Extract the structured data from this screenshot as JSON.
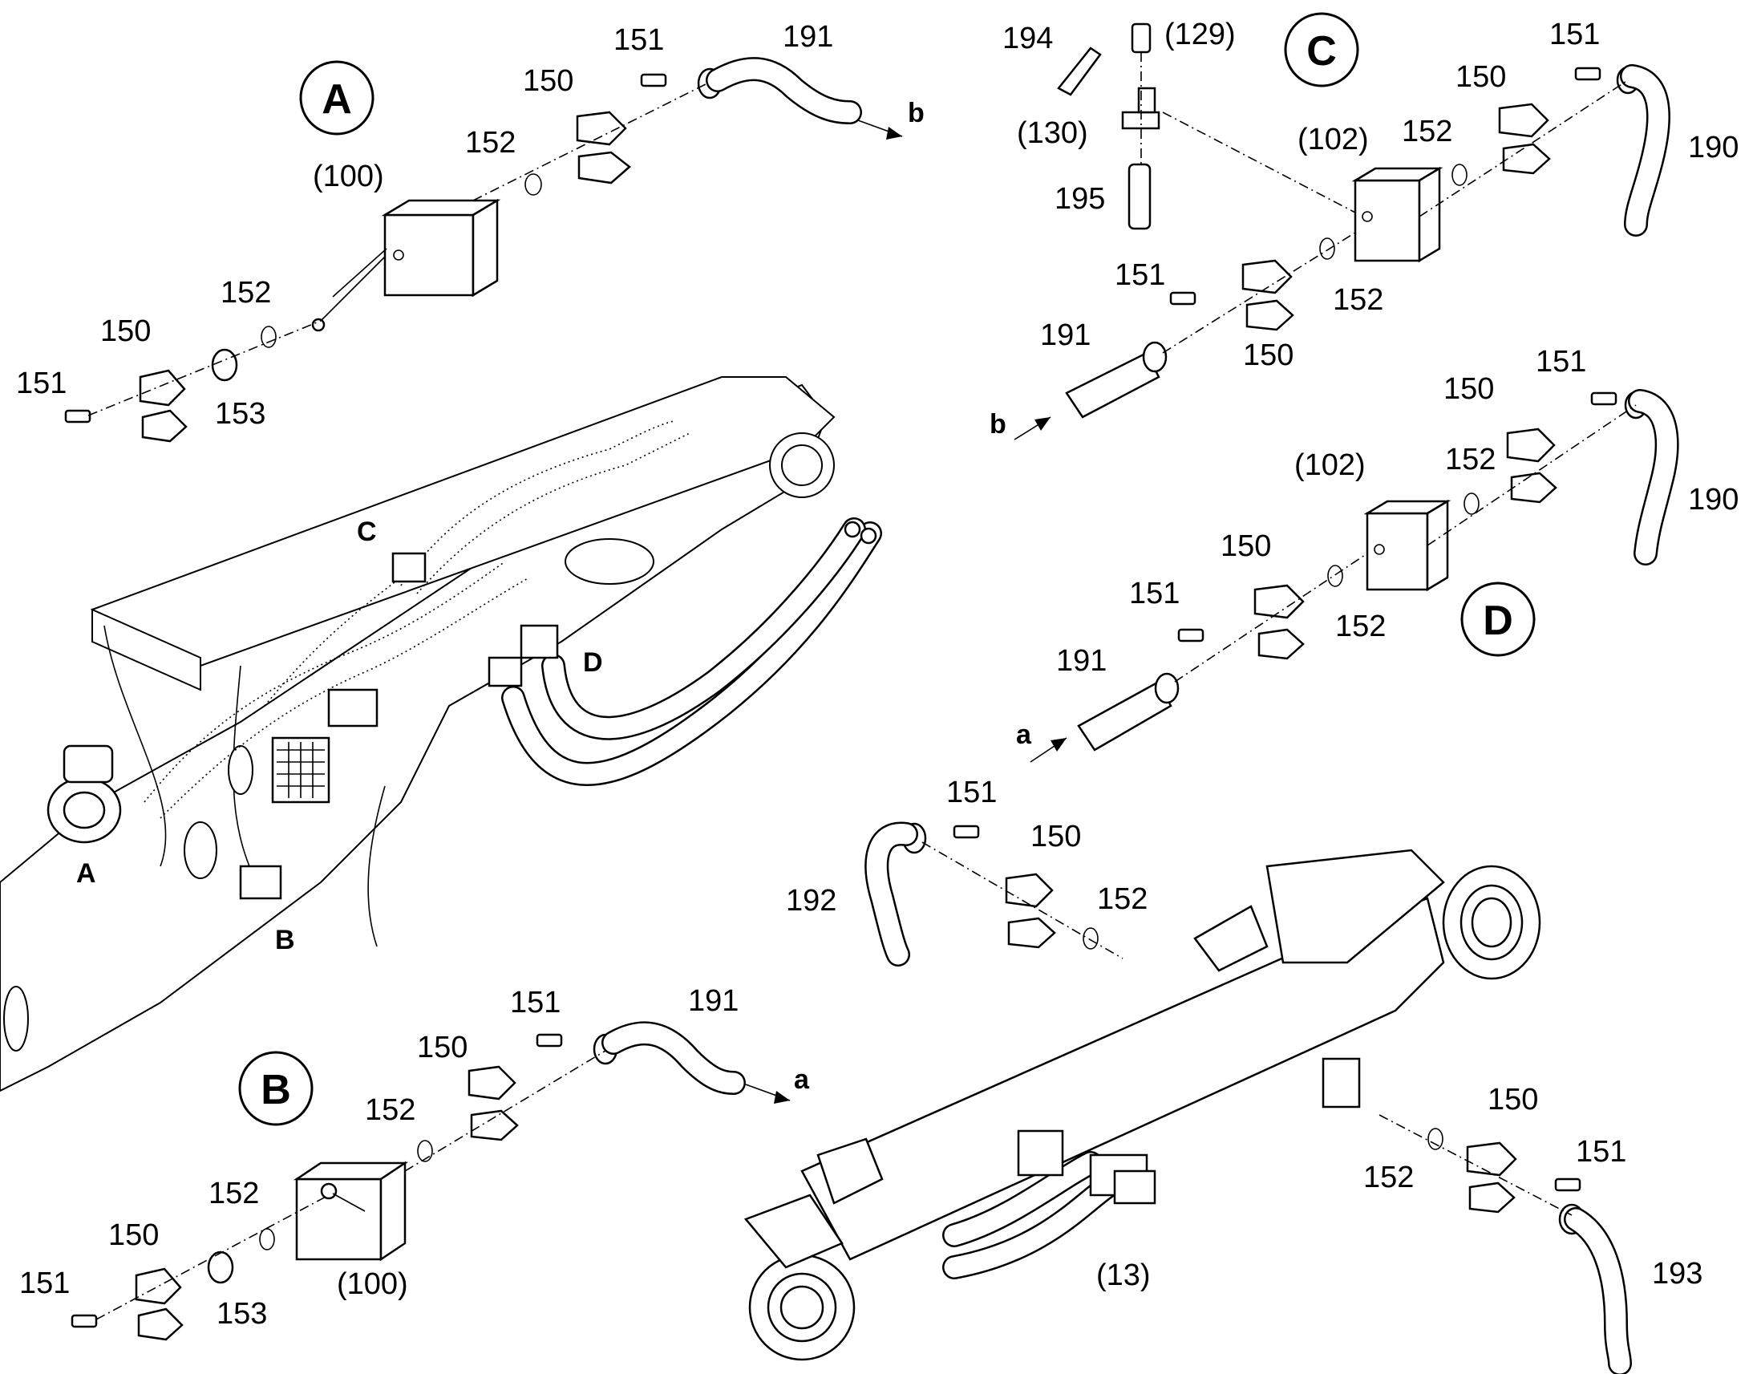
{
  "callouts": {
    "A": "A",
    "B": "B",
    "C": "C",
    "D": "D",
    "a": "a",
    "b": "b"
  },
  "part_numbers": {
    "p100": "(100)",
    "p102": "(102)",
    "p129": "(129)",
    "p130": "(130)",
    "p13": "(13)",
    "p150": "150",
    "p151": "151",
    "p152": "152",
    "p153": "153",
    "p190": "190",
    "p191": "191",
    "p192": "192",
    "p193": "193",
    "p194": "194",
    "p195": "195"
  }
}
